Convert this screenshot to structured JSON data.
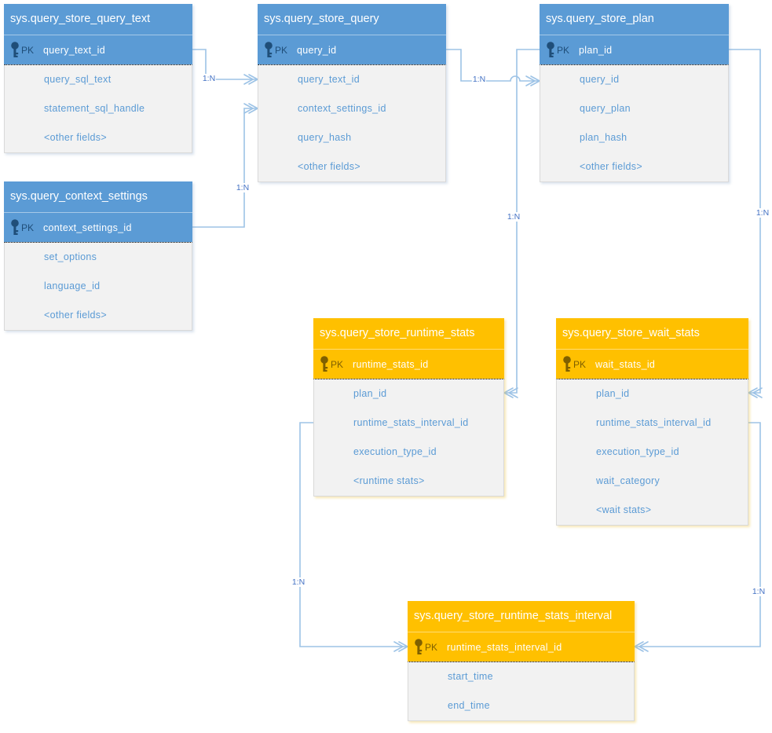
{
  "diagram": {
    "type": "entity-relationship",
    "subject": "SQL Server Query Store catalog views",
    "colors": {
      "blue_table_header": "#5B9BD5",
      "orange_table_header": "#FFC000",
      "pk_icon_blue": "#1F4E79",
      "pk_icon_orange": "#7F6000",
      "field_text": "#5B9BD5",
      "table_body_bg": "#F2F2F2",
      "connector_line": "#9DC3E6",
      "relationship_label_text": "#4472C4"
    },
    "icons": {
      "primary_key": "key-icon"
    },
    "tables": [
      {
        "title": "sys.query_store_query_text",
        "theme": "blue",
        "pk_label": "PK",
        "pk_field": "query_text_id",
        "fields": [
          "query_sql_text",
          "statement_sql_handle",
          "<other fields>"
        ]
      },
      {
        "title": "sys.query_store_query",
        "theme": "blue",
        "pk_label": "PK",
        "pk_field": "query_id",
        "fields": [
          "query_text_id",
          "context_settings_id",
          "query_hash",
          "<other fields>"
        ]
      },
      {
        "title": "sys.query_store_plan",
        "theme": "blue",
        "pk_label": "PK",
        "pk_field": "plan_id",
        "fields": [
          "query_id",
          "query_plan",
          "plan_hash",
          "<other fields>"
        ]
      },
      {
        "title": "sys.query_context_settings",
        "theme": "blue",
        "pk_label": "PK",
        "pk_field": "context_settings_id",
        "fields": [
          "set_options",
          "language_id",
          "<other fields>"
        ]
      },
      {
        "title": "sys.query_store_runtime_stats",
        "theme": "orange",
        "pk_label": "PK",
        "pk_field": "runtime_stats_id",
        "fields": [
          "plan_id",
          "runtime_stats_interval_id",
          "execution_type_id",
          "<runtime stats>"
        ]
      },
      {
        "title": "sys.query_store_wait_stats",
        "theme": "orange",
        "pk_label": "PK",
        "pk_field": "wait_stats_id",
        "fields": [
          "plan_id",
          "runtime_stats_interval_id",
          "execution_type_id",
          "wait_category",
          "<wait stats>"
        ]
      },
      {
        "title": "sys.query_store_runtime_stats_interval",
        "theme": "orange",
        "pk_label": "PK",
        "pk_field": "runtime_stats_interval_id",
        "fields": [
          "start_time",
          "end_time"
        ]
      }
    ],
    "relationships": [
      {
        "label": "1:N",
        "from": "sys.query_store_query_text.query_text_id",
        "to": "sys.query_store_query.query_text_id"
      },
      {
        "label": "1:N",
        "from": "sys.query_context_settings.context_settings_id",
        "to": "sys.query_store_query.context_settings_id"
      },
      {
        "label": "1:N",
        "from": "sys.query_store_query.query_id",
        "to": "sys.query_store_plan.query_id"
      },
      {
        "label": "1:N",
        "from": "sys.query_store_plan.plan_id",
        "to": "sys.query_store_runtime_stats.plan_id"
      },
      {
        "label": "1:N",
        "from": "sys.query_store_plan.plan_id",
        "to": "sys.query_store_wait_stats.plan_id"
      },
      {
        "label": "1:N",
        "from": "sys.query_store_runtime_stats.runtime_stats_interval_id",
        "to": "sys.query_store_runtime_stats_interval.runtime_stats_interval_id"
      },
      {
        "label": "1:N",
        "from": "sys.query_store_wait_stats.runtime_stats_interval_id",
        "to": "sys.query_store_runtime_stats_interval.runtime_stats_interval_id"
      }
    ]
  }
}
